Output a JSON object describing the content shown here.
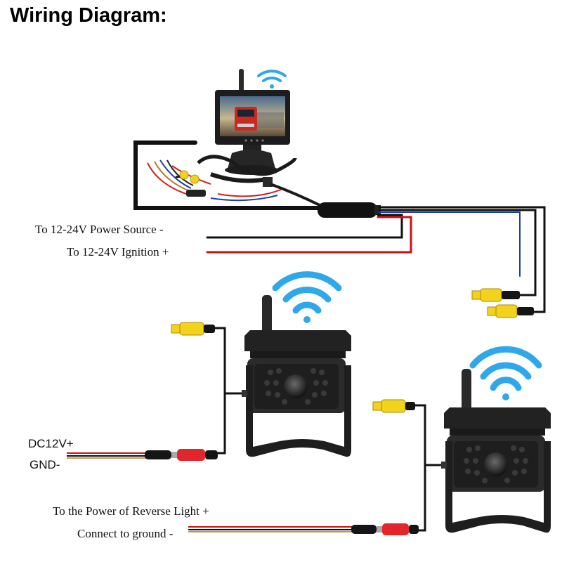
{
  "title": "Wiring Diagram:",
  "labels": {
    "power_source": "To 12-24V Power Source -",
    "ignition": "To 12-24V Ignition +",
    "dc12v": "DC12V+",
    "gnd": "GND-",
    "reverse_light": "To the Power of Reverse Light +",
    "ground": "Connect to ground -"
  },
  "colors": {
    "wire_black": "#111111",
    "wire_red": "#cc1111",
    "wire_blue": "#1f3fa0",
    "rca_yellow": "#f2d21b",
    "plug_red": "#e3262c",
    "wifi_blue": "#2ea8ea",
    "camera_body": "#2b2b2b"
  },
  "icons": [
    "monitor-icon",
    "wifi-icon",
    "camera-icon",
    "rca-connector-icon",
    "power-plug-icon"
  ]
}
